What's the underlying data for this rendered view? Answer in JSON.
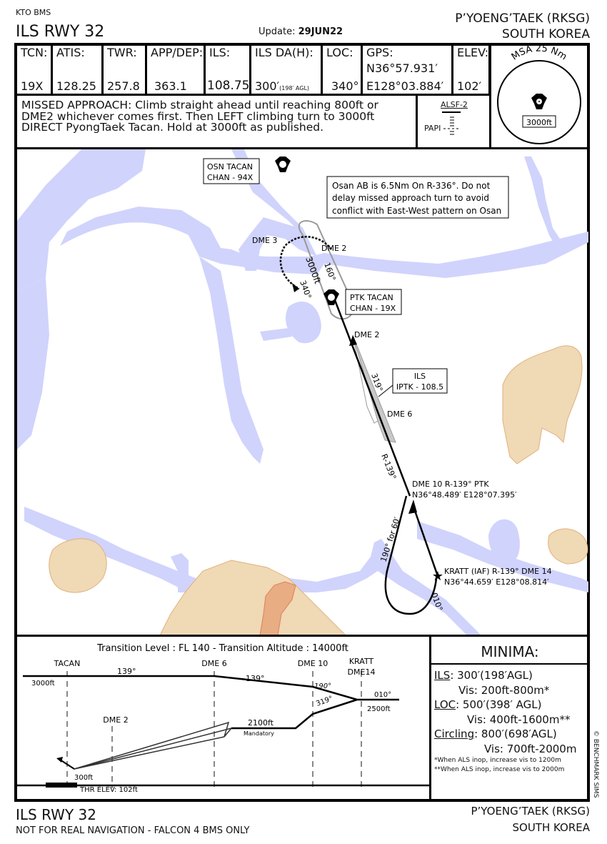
{
  "header": {
    "brand": "KTO BMS",
    "title": "ILS RWY 32",
    "update_label": "Update:",
    "update_date": "29JUN22",
    "airport": "P’YOENG’TAEK (RKSG)",
    "country": "SOUTH KOREA"
  },
  "freq_table": [
    {
      "label": "TCN:",
      "value": "19X"
    },
    {
      "label": "ATIS:",
      "value": "128.25"
    },
    {
      "label": "TWR:",
      "value": "257.8"
    },
    {
      "label": "APP/DEP:",
      "value": "363.1"
    },
    {
      "label": "ILS:",
      "value": "108.75"
    },
    {
      "label": "ILS DA(H):",
      "value": "300′",
      "sub": "(198′ AGL)"
    },
    {
      "label": "LOC:",
      "value": "340°"
    },
    {
      "label": "GPS:",
      "value": "N36°57.931′",
      "value2": "E128°03.884′"
    },
    {
      "label": "ELEV:",
      "value": "102′"
    }
  ],
  "missed_approach": {
    "line1": "MISSED APPROACH: Climb straight ahead until reaching 800ft or",
    "line2": "DME2 whichever comes first. Then LEFT climbing turn to 3000ft",
    "line3": "DIRECT PyongTaek Tacan. Hold at 3000ft as published."
  },
  "lighting": {
    "approach_lights": "ALSF-2",
    "vasi": "PAPI"
  },
  "msa": {
    "title": "MSA 25 Nm",
    "altitude": "3000ft",
    "icon": "tacan-icon"
  },
  "plan_view": {
    "osn_tacan": {
      "line1": "OSN TACAN",
      "line2": "CHAN - 94X"
    },
    "ptk_tacan": {
      "line1": "PTK TACAN",
      "line2": "CHAN - 19X"
    },
    "note": {
      "line1": "Osan AB is 6.5Nm On R-336°. Do not",
      "line2": "delay missed approach turn to avoid",
      "line3": "conflict with East-West pattern on Osan"
    },
    "ils_box": {
      "line1": "ILS",
      "line2": "IPTK - 108.5"
    },
    "labels": {
      "dme3": "DME 3",
      "dme2_hold": "DME 2",
      "hold_inbound": "160°",
      "hold_alt": "3000ft",
      "hold_outbound": "340°",
      "dme2": "DME 2",
      "loc_course": "319°",
      "dme6": "DME 6",
      "radial": "R-139°",
      "dme10_line1": "DME 10 R-139° PTK",
      "dme10_line2": "N36°48.489′ E128°07.395′",
      "procedure_turn": "190° for 60′",
      "kratt_line1": "KRATT (IAF) R-139° DME 14",
      "kratt_line2": "N36°44.659′ E128°08.814′",
      "kratt_course": "010°"
    },
    "colors": {
      "water": "#d0d3fc",
      "terrain": "#f0d9b5",
      "terrain_border": "#e0b07c",
      "terrain_high": "#e8ad82"
    }
  },
  "profile": {
    "transition": "Transition Level : FL 140  -  Transition Altitude : 14000ft",
    "fixes": [
      "TACAN",
      "DME 6",
      "DME 10",
      "KRATT",
      "DME14",
      "DME 2"
    ],
    "course1": "139°",
    "course2": "139°",
    "course_190": "190°",
    "course_319": "319°",
    "course_010": "010°",
    "alt_3000": "3000ft",
    "alt_2500": "2500ft",
    "alt_2100": "2100ft",
    "mandatory": "Mandatory",
    "alt_300": "300ft",
    "thr_elev": "THR ELEV: 102ft"
  },
  "minima": {
    "title": "MINIMA:",
    "ils_label": "ILS",
    "ils_value": ": 300′(198′AGL)",
    "ils_vis": "Vis: 200ft-800m*",
    "loc_label": "LOC",
    "loc_value": ": 500′(398′ AGL)",
    "loc_vis": "Vis: 400ft-1600m**",
    "circ_label": "Circling",
    "circ_value": ": 800′(698′AGL)",
    "circ_vis": "Vis: 700ft-2000m",
    "note1": "*When ALS inop, increase vis to 1200m",
    "note2": "**When ALS inop, increase vis to 2000m"
  },
  "copyright": "© BENCHMARK SIMS",
  "footer": {
    "title": "ILS RWY 32",
    "disclaimer": "NOT FOR REAL NAVIGATION - FALCON 4 BMS ONLY",
    "airport": "P’YOENG’TAEK (RKSG)",
    "country": "SOUTH KOREA"
  }
}
